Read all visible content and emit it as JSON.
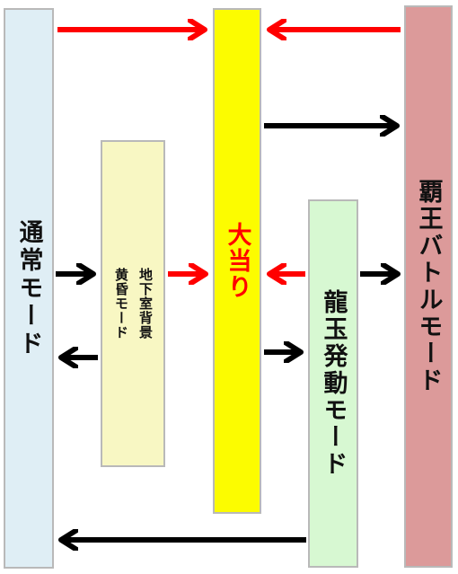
{
  "boxes": {
    "normal": {
      "label": "通常モード",
      "color": "#dfeef5"
    },
    "dusk": {
      "label_line1": "黄昏モード",
      "label_line2": "地下室背景",
      "color": "#f8f7c3"
    },
    "jackpot": {
      "label": "大当り",
      "color": "#fcfc00",
      "text_color": "#ff0000"
    },
    "ryugyoku": {
      "label": "龍玉発動モード",
      "color": "#d7f8d2"
    },
    "haoh": {
      "label": "覇王バトルモード",
      "color": "#dc9a9a"
    }
  },
  "arrows": [
    {
      "from": "normal",
      "to": "jackpot",
      "color": "#ff0000"
    },
    {
      "from": "haoh",
      "to": "jackpot",
      "color": "#ff0000"
    },
    {
      "from": "jackpot",
      "to": "haoh",
      "color": "#000000"
    },
    {
      "from": "normal",
      "to": "dusk",
      "color": "#000000"
    },
    {
      "from": "dusk",
      "to": "jackpot",
      "color": "#ff0000"
    },
    {
      "from": "ryugyoku",
      "to": "jackpot",
      "color": "#ff0000"
    },
    {
      "from": "ryugyoku",
      "to": "haoh",
      "color": "#000000"
    },
    {
      "from": "dusk",
      "to": "normal",
      "color": "#000000"
    },
    {
      "from": "jackpot",
      "to": "ryugyoku",
      "color": "#000000"
    },
    {
      "from": "ryugyoku",
      "to": "normal",
      "color": "#000000"
    }
  ]
}
